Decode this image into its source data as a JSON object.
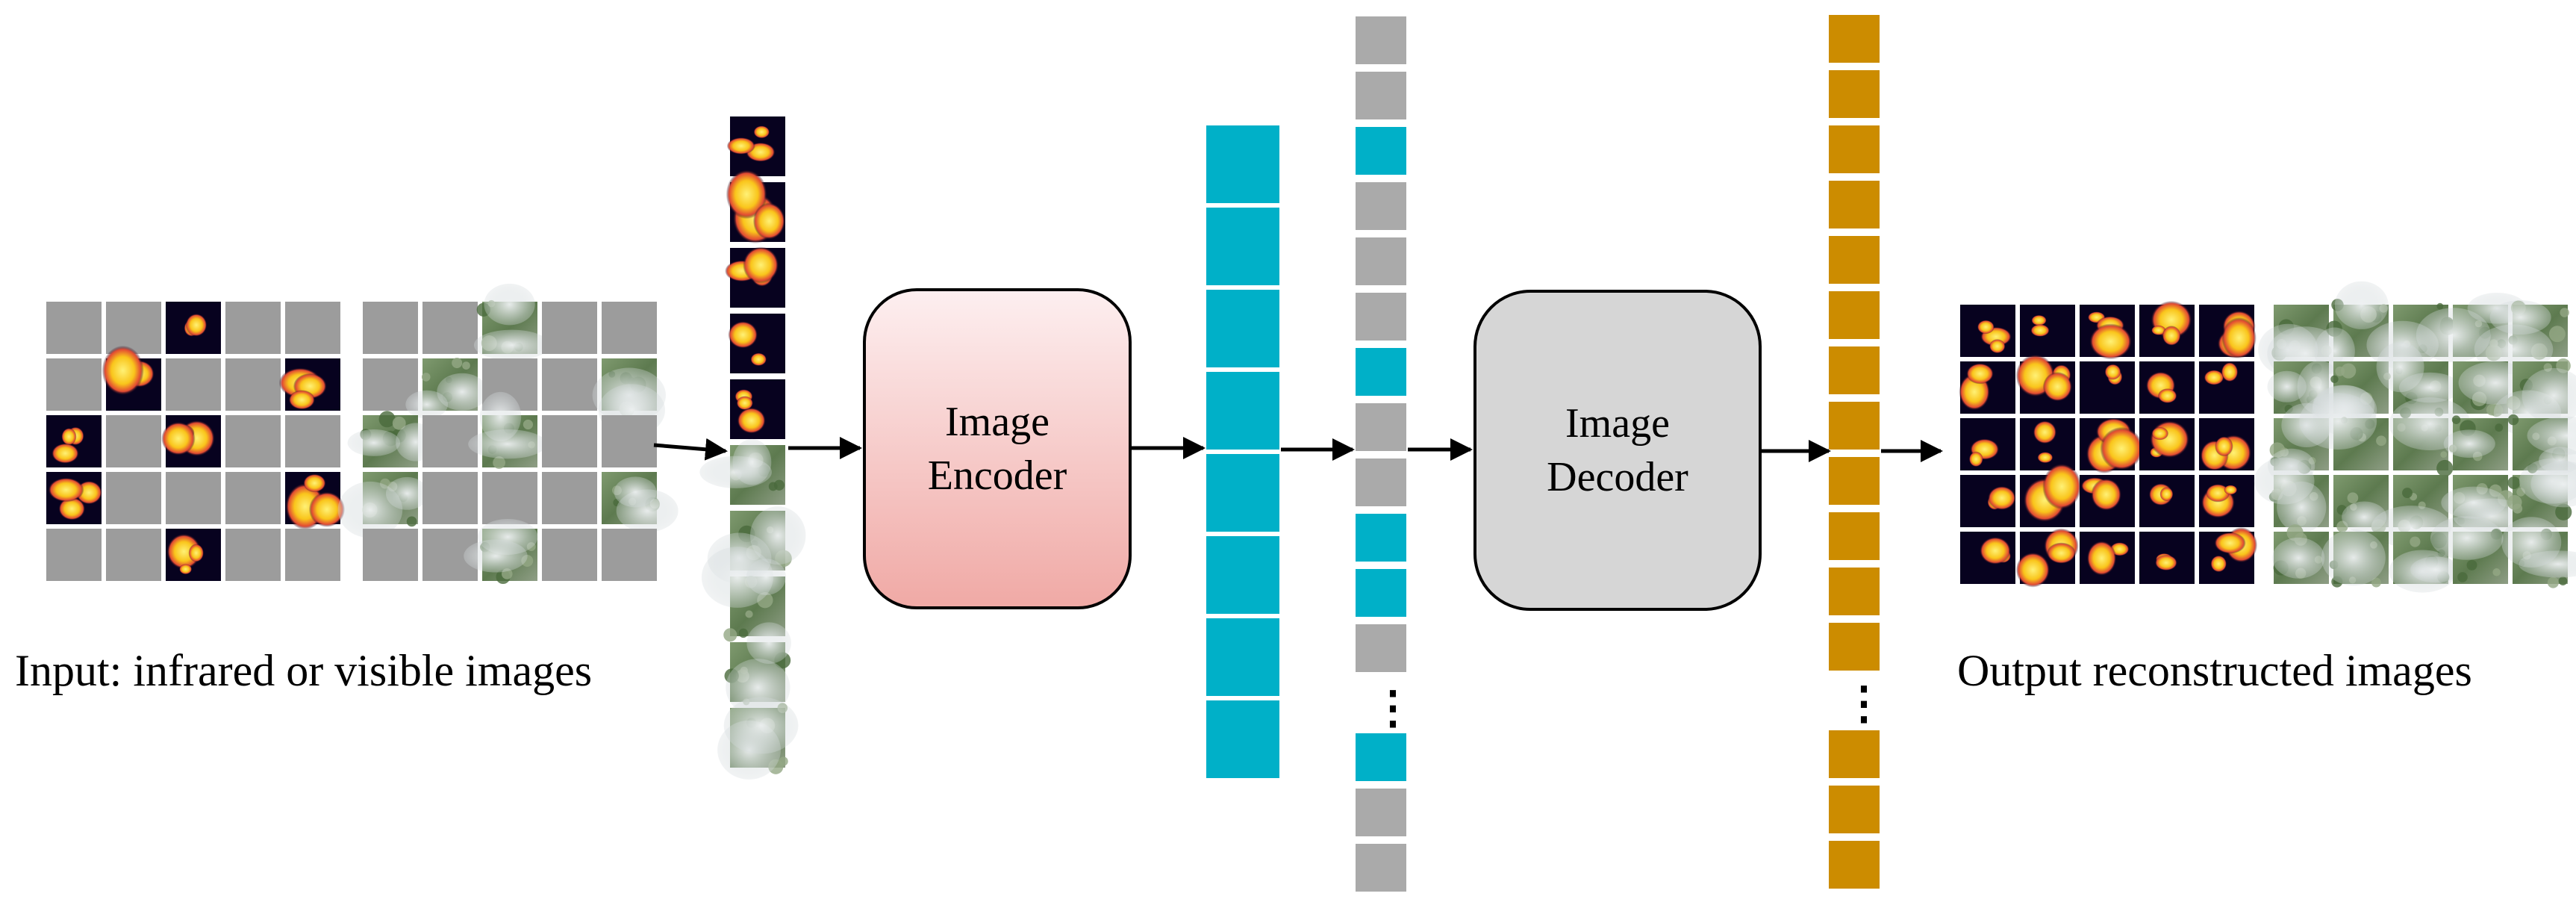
{
  "labels": {
    "input": "Input: infrared or visible images",
    "output": "Output reconstructed images"
  },
  "encoder": {
    "line1": "Image",
    "line2": "Encoder"
  },
  "decoder": {
    "line1": "Image",
    "line2": "Decoder"
  },
  "ellipsis": "⋮",
  "colors": {
    "masked_gray": "#9c9c9c",
    "token_gray": "#aaaaaa",
    "encoded_cyan": "#00b0c8",
    "decoded_orange": "#cc8c00",
    "infrared_dark": "#07021f",
    "infrared_hot": "#f9c51b",
    "visible_green": "#6f8a62",
    "visible_smoke": "#d3d8da",
    "encoder_top": "#fdeff0",
    "encoder_bottom": "#f0a9a5",
    "decoder_fill": "#d6d6d6"
  },
  "input_grids": {
    "infrared": {
      "rows": 5,
      "cols": 5,
      "visible_cells": [
        [
          0,
          2
        ],
        [
          1,
          1
        ],
        [
          1,
          4
        ],
        [
          2,
          0
        ],
        [
          2,
          2
        ],
        [
          3,
          0
        ],
        [
          3,
          4
        ],
        [
          4,
          2
        ]
      ]
    },
    "visible": {
      "rows": 5,
      "cols": 5,
      "visible_cells": [
        [
          0,
          2
        ],
        [
          1,
          1
        ],
        [
          1,
          4
        ],
        [
          2,
          0
        ],
        [
          2,
          2
        ],
        [
          3,
          0
        ],
        [
          3,
          4
        ],
        [
          4,
          2
        ]
      ]
    }
  },
  "patch_column": {
    "infrared_count": 5,
    "visible_count": 5
  },
  "encoded_tokens": {
    "count": 8
  },
  "masked_sequence": {
    "before_ellipsis": [
      "gray",
      "gray",
      "cyan",
      "gray",
      "gray",
      "gray",
      "cyan",
      "gray",
      "gray",
      "cyan",
      "cyan",
      "gray"
    ],
    "after_ellipsis": [
      "cyan",
      "gray",
      "gray"
    ]
  },
  "decoded_tokens": {
    "before_ellipsis": 12,
    "after_ellipsis": 3
  },
  "output_grids": {
    "rows": 5,
    "cols": 5
  }
}
